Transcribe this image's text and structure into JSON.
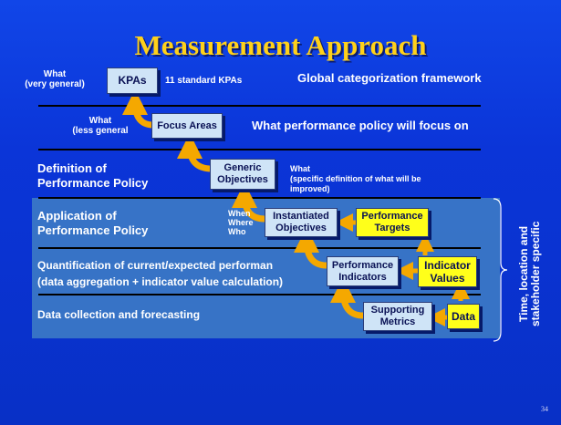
{
  "title": "Measurement Approach",
  "levels": {
    "kpas": {
      "what": "What",
      "what_sub": "(very general)",
      "box": "KPAs",
      "note": "11 standard KPAs",
      "desc": "Global categorization framework"
    },
    "focus": {
      "what": "What",
      "what_sub": "(less general",
      "box": "Focus Areas",
      "desc": "What performance policy will focus on"
    },
    "generic": {
      "label_line1": "Definition of",
      "label_line2": "Performance Policy",
      "box_line1": "Generic",
      "box_line2": "Objectives",
      "what": "What",
      "what_line2": "(specific definition of what will be",
      "what_line3": "improved)"
    },
    "instantiated": {
      "label_line1": "Application of",
      "label_line2": "Performance Policy",
      "when": "When",
      "where": "Where",
      "who": "Who",
      "box_line1": "Instantiated",
      "box_line2": "Objectives",
      "target_line1": "Performance",
      "target_line2": "Targets"
    },
    "quantification": {
      "label_line1": "Quantification of current/expected performan",
      "label_line2": "(data aggregation + indicator value calculation)",
      "box_line1": "Performance",
      "box_line2": "Indicators",
      "values_line1": "Indicator",
      "values_line2": "Values"
    },
    "data": {
      "label": "Data collection and forecasting",
      "box_line1": "Supporting",
      "box_line2": "Metrics",
      "data_box": "Data"
    }
  },
  "side_label": "Time, location and stakeholder specific",
  "page_number": "34",
  "colors": {
    "background": "#0b35d8",
    "title": "#ffd11a",
    "band": "#3f7fc4",
    "light_box": "#cfe4f7",
    "yellow_box": "#ffff1a",
    "arrow": "#f5a800"
  }
}
